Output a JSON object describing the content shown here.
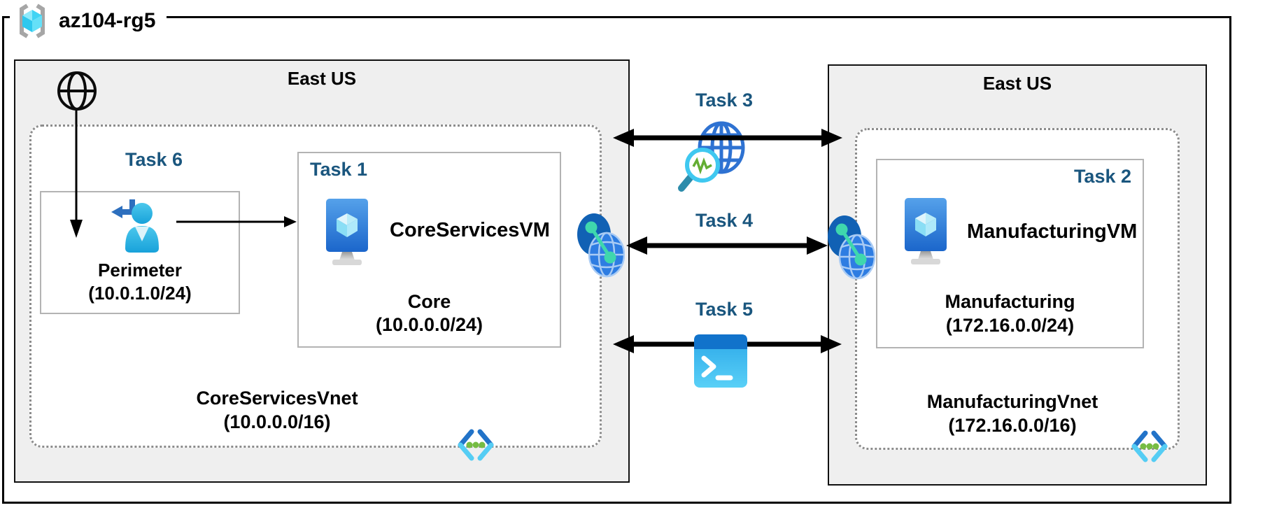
{
  "resource_group": {
    "label": "az104-rg5"
  },
  "regions": {
    "left": {
      "title": "East US",
      "task6_label": "Task 6",
      "perimeter": {
        "name": "Perimeter",
        "cidr": "(10.0.1.0/24)"
      },
      "task1": {
        "label": "Task 1",
        "vm_name": "CoreServicesVM",
        "subnet_name": "Core",
        "subnet_cidr": "(10.0.0.0/24)"
      },
      "vnet": {
        "name": "CoreServicesVnet",
        "cidr": "(10.0.0.0/16)"
      }
    },
    "right": {
      "title": "East US",
      "task2": {
        "label": "Task 2",
        "vm_name": "ManufacturingVM",
        "subnet_name": "Manufacturing",
        "subnet_cidr": "(172.16.0.0/24)"
      },
      "vnet": {
        "name": "ManufacturingVnet",
        "cidr": "(172.16.0.0/16)"
      }
    }
  },
  "connections": {
    "task3": {
      "label": "Task 3",
      "icon": "network-watcher-icon"
    },
    "task4": {
      "label": "Task 4",
      "icon": "vnet-peering-icon"
    },
    "task5": {
      "label": "Task 5",
      "icon": "cloud-shell-icon"
    }
  },
  "icons": {
    "resource_group": "resource-group-icon",
    "internet": "internet-globe-icon",
    "guest_user": "guest-user-icon",
    "virtual_machine": "virtual-machine-icon",
    "virtual_network": "virtual-network-icon",
    "vnet_peering": "vnet-peering-icon",
    "network_watcher": "network-watcher-icon",
    "cloud_shell": "cloud-shell-icon"
  },
  "colors": {
    "task_label": "#1a567e",
    "region_background": "#efefef",
    "outer_border": "#000000",
    "dotted_border": "#8c8c8c",
    "node_border": "#b3b3b3",
    "arrow": "#000000",
    "azure_blue": "#1b66cb",
    "cyan_accent": "#50c8f0",
    "teal_accent": "#3fd7ad",
    "green_accent": "#76bc43"
  }
}
